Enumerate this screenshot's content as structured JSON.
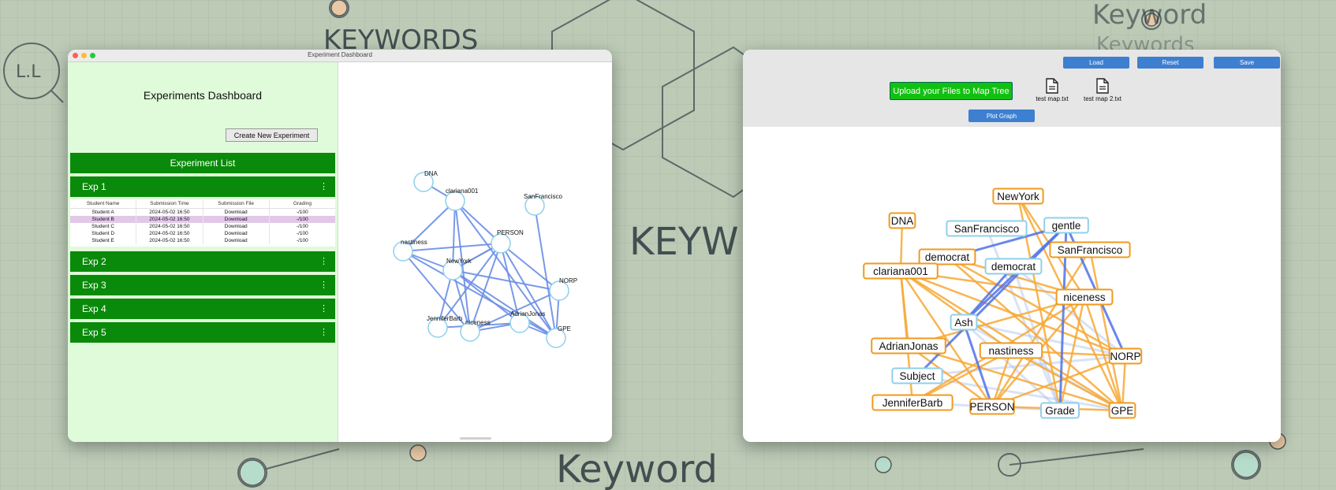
{
  "background": {
    "words": [
      "KEYWORDS",
      "KEYW",
      "Keyword",
      "Keyword",
      "Keywords",
      "L.L"
    ]
  },
  "left_window": {
    "title": "Experiment Dashboard",
    "dashboard_title": "Experiments Dashboard",
    "create_button": "Create New Experiment",
    "list_header": "Experiment List",
    "experiments": [
      {
        "label": "Exp 1",
        "menu": "⋮"
      },
      {
        "label": "Exp 2",
        "menu": "⋮"
      },
      {
        "label": "Exp 3",
        "menu": "⋮"
      },
      {
        "label": "Exp 4",
        "menu": "⋮"
      },
      {
        "label": "Exp 5",
        "menu": "⋮"
      }
    ],
    "table": {
      "headers": [
        "Student Name",
        "Submission Time",
        "Submission File",
        "Grading"
      ],
      "rows": [
        [
          "Student A",
          "2024-05-02 16:50",
          "Download",
          "-/100"
        ],
        [
          "Student B",
          "2024-05-02 16:50",
          "Download",
          "-/100"
        ],
        [
          "Student C",
          "2024-05-02 16:50",
          "Download",
          "-/100"
        ],
        [
          "Student D",
          "2024-05-02 16:50",
          "Download",
          "-/100"
        ],
        [
          "Student E",
          "2024-05-02 16:50",
          "Download",
          "-/100"
        ]
      ],
      "selected_row": "Student B"
    },
    "graph": {
      "nodes": [
        {
          "id": "DNA"
        },
        {
          "id": "clariana001"
        },
        {
          "id": "SanFrancisco"
        },
        {
          "id": "nastiness"
        },
        {
          "id": "PERSON"
        },
        {
          "id": "NewYork"
        },
        {
          "id": "NORP"
        },
        {
          "id": "JenniferBarb"
        },
        {
          "id": "niceness"
        },
        {
          "id": "AdrianJonas"
        },
        {
          "id": "GPE"
        }
      ],
      "edges": [
        [
          "DNA",
          "clariana001"
        ],
        [
          "clariana001",
          "nastiness"
        ],
        [
          "clariana001",
          "PERSON"
        ],
        [
          "clariana001",
          "NewYork"
        ],
        [
          "clariana001",
          "niceness"
        ],
        [
          "clariana001",
          "GPE"
        ],
        [
          "nastiness",
          "PERSON"
        ],
        [
          "nastiness",
          "NewYork"
        ],
        [
          "nastiness",
          "niceness"
        ],
        [
          "nastiness",
          "GPE"
        ],
        [
          "PERSON",
          "NewYork"
        ],
        [
          "PERSON",
          "JenniferBarb"
        ],
        [
          "PERSON",
          "niceness"
        ],
        [
          "PERSON",
          "AdrianJonas"
        ],
        [
          "PERSON",
          "GPE"
        ],
        [
          "PERSON",
          "NORP"
        ],
        [
          "NewYork",
          "JenniferBarb"
        ],
        [
          "NewYork",
          "niceness"
        ],
        [
          "NewYork",
          "AdrianJonas"
        ],
        [
          "NewYork",
          "GPE"
        ],
        [
          "NewYork",
          "NORP"
        ],
        [
          "SanFrancisco",
          "GPE"
        ],
        [
          "JenniferBarb",
          "AdrianJonas"
        ],
        [
          "niceness",
          "AdrianJonas"
        ],
        [
          "niceness",
          "NORP"
        ],
        [
          "AdrianJonas",
          "GPE"
        ],
        [
          "NORP",
          "GPE"
        ],
        [
          "NewYork",
          "PERSON"
        ]
      ],
      "edge_color": "#6b8fe6",
      "node_stroke": "#8fd0ea"
    }
  },
  "right_window": {
    "buttons": {
      "load": "Load",
      "reset": "Reset",
      "save": "Save",
      "plot": "Plot Graph"
    },
    "upload_button": "Upload your Files to Map Tree",
    "files": [
      "test map.txt",
      "test map 2.txt"
    ],
    "graph": {
      "nodes": [
        {
          "id": "NewYork",
          "color": "#f09a1e"
        },
        {
          "id": "DNA",
          "color": "#f09a1e"
        },
        {
          "id": "SanFrancisco_b",
          "label": "SanFrancisco",
          "color": "#8fd0ea"
        },
        {
          "id": "gentle",
          "color": "#8fd0ea"
        },
        {
          "id": "SanFrancisco_o",
          "label": "SanFrancisco",
          "color": "#f09a1e"
        },
        {
          "id": "democrat_o",
          "label": "democrat",
          "color": "#f09a1e"
        },
        {
          "id": "democrat_b",
          "label": "democrat",
          "color": "#8fd0ea"
        },
        {
          "id": "clariana001",
          "color": "#f09a1e"
        },
        {
          "id": "niceness",
          "color": "#f09a1e"
        },
        {
          "id": "Ash",
          "color": "#8fd0ea"
        },
        {
          "id": "AdrianJonas",
          "color": "#f09a1e"
        },
        {
          "id": "nastiness",
          "color": "#f09a1e"
        },
        {
          "id": "NORP",
          "color": "#f09a1e"
        },
        {
          "id": "Subject",
          "color": "#8fd0ea"
        },
        {
          "id": "JenniferBarb",
          "color": "#f09a1e"
        },
        {
          "id": "PERSON",
          "color": "#f09a1e"
        },
        {
          "id": "Grade",
          "color": "#8fd0ea"
        },
        {
          "id": "GPE",
          "color": "#f09a1e"
        }
      ],
      "edges_orange": [
        [
          "DNA",
          "clariana001"
        ],
        [
          "NewYork",
          "niceness"
        ],
        [
          "NewYork",
          "Grade"
        ],
        [
          "clariana001",
          "AdrianJonas"
        ],
        [
          "clariana001",
          "PERSON"
        ],
        [
          "clariana001",
          "GPE"
        ],
        [
          "clariana001",
          "NORP"
        ],
        [
          "clariana001",
          "niceness"
        ],
        [
          "clariana001",
          "nastiness"
        ],
        [
          "democrat_o",
          "niceness"
        ],
        [
          "democrat_o",
          "NORP"
        ],
        [
          "niceness",
          "PERSON"
        ],
        [
          "niceness",
          "JenniferBarb"
        ],
        [
          "niceness",
          "GPE"
        ],
        [
          "niceness",
          "Grade"
        ],
        [
          "niceness",
          "AdrianJonas"
        ],
        [
          "nastiness",
          "PERSON"
        ],
        [
          "nastiness",
          "GPE"
        ],
        [
          "nastiness",
          "NORP"
        ],
        [
          "AdrianJonas",
          "GPE"
        ],
        [
          "AdrianJonas",
          "PERSON"
        ],
        [
          "JenniferBarb",
          "nastiness"
        ],
        [
          "PERSON",
          "GPE"
        ],
        [
          "NORP",
          "GPE"
        ],
        [
          "PERSON",
          "NORP"
        ],
        [
          "SanFrancisco_o",
          "GPE"
        ],
        [
          "SanFrancisco_o",
          "PERSON"
        ],
        [
          "clariana001",
          "JenniferBarb"
        ],
        [
          "NewYork",
          "GPE"
        ],
        [
          "democrat_o",
          "GPE"
        ]
      ],
      "edges_blue": [
        [
          "gentle",
          "clariana001"
        ],
        [
          "gentle",
          "Subject"
        ],
        [
          "gentle",
          "Grade"
        ],
        [
          "gentle",
          "NORP"
        ],
        [
          "gentle",
          "Ash"
        ],
        [
          "democrat_b",
          "Ash"
        ],
        [
          "Ash",
          "PERSON"
        ]
      ],
      "edges_faint": [
        [
          "SanFrancisco_b",
          "Grade"
        ],
        [
          "Subject",
          "GPE"
        ],
        [
          "Ash",
          "GPE"
        ],
        [
          "Ash",
          "NORP"
        ],
        [
          "democrat_b",
          "Grade"
        ],
        [
          "Subject",
          "NORP"
        ],
        [
          "JenniferBarb",
          "Grade"
        ],
        [
          "Ash",
          "Grade"
        ],
        [
          "democrat_b",
          "NORP"
        ]
      ]
    }
  }
}
